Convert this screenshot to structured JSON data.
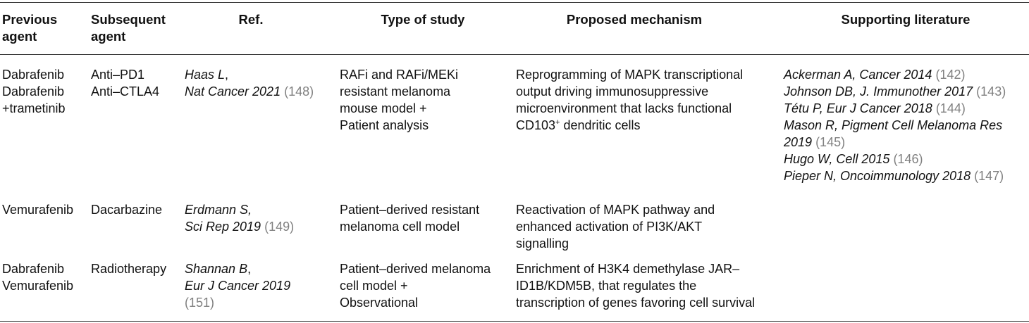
{
  "headers": {
    "previous_agent": [
      "Previous",
      "agent"
    ],
    "subsequent_agent": [
      "Subsequent",
      "agent"
    ],
    "ref": "Ref.",
    "type_of_study": "Type of study",
    "proposed_mechanism": "Proposed mechanism",
    "supporting_literature": "Supporting literature"
  },
  "rows": [
    {
      "previous_agent": [
        "Dabrafenib",
        "Dabrafenib",
        "+trametinib"
      ],
      "subsequent_agent": [
        "Anti–PD1",
        "Anti–CTLA4"
      ],
      "ref": {
        "line1": "Haas L",
        "line1_suffix": ",",
        "line2": "Nat Cancer 2021",
        "line2_ref": "(148)"
      },
      "type_of_study": [
        "RAFi and RAFi/MEKi",
        "resistant melanoma",
        "mouse model +",
        "Patient analysis"
      ],
      "mechanism": [
        "Reprogramming of MAPK transcriptional",
        "output driving immunosuppressive",
        "microenvironment that lacks functional",
        "CD103",
        "+",
        " dendritic cells"
      ],
      "literature": [
        {
          "text": "Ackerman A, Cancer 2014",
          "ref": "(142)"
        },
        {
          "text": "Johnson DB, J. Immunother 2017",
          "ref": "(143)"
        },
        {
          "text": "Tétu P, Eur J Cancer 2018",
          "ref": "(144)"
        },
        {
          "text": "Mason R, Pigment Cell Melanoma Res",
          "ref": ""
        },
        {
          "text": "2019",
          "ref": "(145)"
        },
        {
          "text": "Hugo W, Cell 2015",
          "ref": "(146)"
        },
        {
          "text": "Pieper N, Oncoimmunology 2018",
          "ref": "(147)"
        }
      ]
    },
    {
      "previous_agent": [
        "Vemurafenib"
      ],
      "subsequent_agent": [
        "Dacarbazine"
      ],
      "ref": {
        "line1": "Erdmann S,",
        "line2": "Sci Rep 2019",
        "line2_ref": "(149)"
      },
      "type_of_study": [
        "Patient–derived resistant",
        "melanoma cell model"
      ],
      "mechanism": [
        "Reactivation of MAPK pathway and",
        "enhanced activation of PI3K/AKT",
        "signalling"
      ]
    },
    {
      "previous_agent": [
        "Dabrafenib",
        "Vemurafenib"
      ],
      "subsequent_agent": [
        "Radiotherapy"
      ],
      "ref": {
        "line1": "Shannan B",
        "line1_suffix": ",",
        "line2": "Eur J Cancer 2019",
        "line3_ref": "(151)"
      },
      "type_of_study": [
        "Patient–derived melanoma",
        "cell model +",
        "Observational"
      ],
      "mechanism": [
        "Enrichment of H3K4 demethylase JAR–",
        "ID1B/KDM5B, that regulates the",
        "transcription of genes favoring cell survival"
      ]
    }
  ]
}
